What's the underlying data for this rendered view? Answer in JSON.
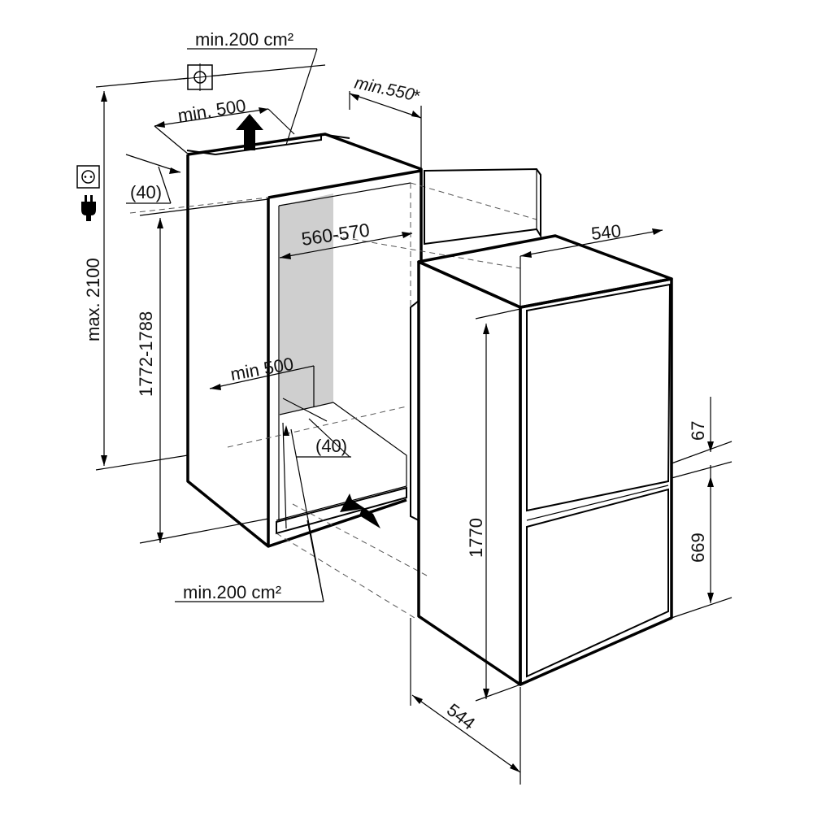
{
  "labels": {
    "vent_top_area": "min.200 cm²",
    "vent_top_width": "min. 500",
    "depth_top": "min.550",
    "depth_top_asterisk": "*",
    "top_offset": "(40)",
    "niche_width": "560-570",
    "niche_depth_bottom": "min 500",
    "bottom_offset": "(40)",
    "vent_bottom_area": "min.200 cm²",
    "max_height": "max. 2100",
    "niche_height": "1772-1788",
    "appliance_width": "540",
    "appliance_height": "1770",
    "appliance_depth": "544",
    "door_gap": "67",
    "lower_door_height": "669"
  },
  "colors": {
    "line": "#000000",
    "niche_back_wall": "#cfcfcf",
    "background": "#ffffff"
  },
  "icons": [
    "ceiling-outlet-icon",
    "socket-icon",
    "plug-icon",
    "airflow-up-arrow-icon",
    "airflow-in-arrow-icon"
  ]
}
